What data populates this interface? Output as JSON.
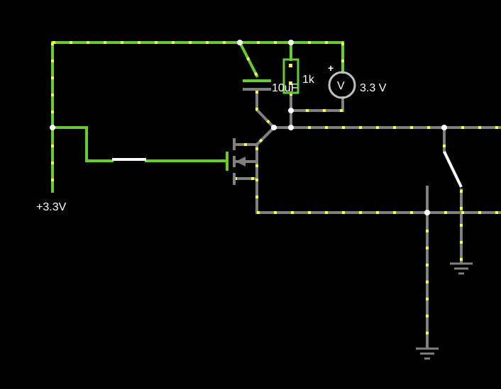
{
  "colors": {
    "background": "#000000",
    "live_wire": "#66cc33",
    "dead_wire": "#808080",
    "current_dots": "#ffff44",
    "node": "#ffffff",
    "component": "#c0c0c0"
  },
  "labels": {
    "supply": "+3.3V",
    "resistor": "1k",
    "capacitor": "10uF",
    "voltmeter_symbol": "V",
    "voltmeter_polarity": "+",
    "voltmeter_reading": "3.3 V"
  },
  "components": [
    {
      "kind": "voltage-source",
      "value": "+3.3V"
    },
    {
      "kind": "resistor",
      "value": "1k"
    },
    {
      "kind": "capacitor",
      "value": "10uF"
    },
    {
      "kind": "voltmeter",
      "reading": "3.3 V"
    },
    {
      "kind": "mosfet"
    },
    {
      "kind": "switch",
      "state": "open"
    },
    {
      "kind": "switch",
      "state": "open"
    },
    {
      "kind": "ground"
    },
    {
      "kind": "ground"
    }
  ]
}
